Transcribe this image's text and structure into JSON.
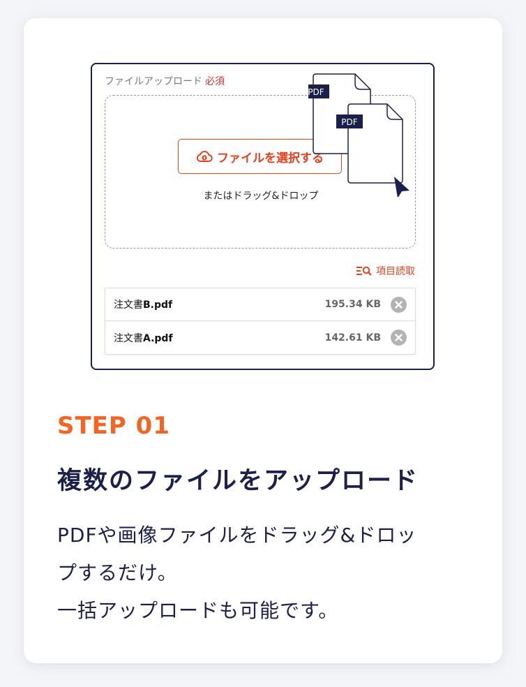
{
  "upload_mock": {
    "field_label": "ファイルアップロード",
    "required_label": "必須",
    "select_button_label": "ファイルを選択する",
    "or_text": "またはドラッグ&ドロップ",
    "pdf_badges": [
      "PDF",
      "PDF"
    ],
    "read_items_label": "項目読取",
    "files": [
      {
        "name_prefix": "注文書",
        "name_suffix": "B.pdf",
        "size": "195.34 KB"
      },
      {
        "name_prefix": "注文書",
        "name_suffix": "A.pdf",
        "size": "142.61 KB"
      }
    ],
    "icons": {
      "upload": "cloud-upload-icon",
      "read": "list-search-icon",
      "remove": "close-circle-icon",
      "cursor": "cursor-arrow-icon"
    }
  },
  "step": {
    "label": "STEP 01",
    "title": "複数のファイルをアップロード",
    "description_lines": [
      "PDFや画像ファイルをドラッグ&ドロッ",
      "プするだけ。",
      "一括アップロードも可能です。"
    ]
  },
  "colors": {
    "accent_orange": "#f26522",
    "button_red": "#e8401c",
    "required_red": "#d0312d",
    "navy": "#1b1f4b"
  }
}
